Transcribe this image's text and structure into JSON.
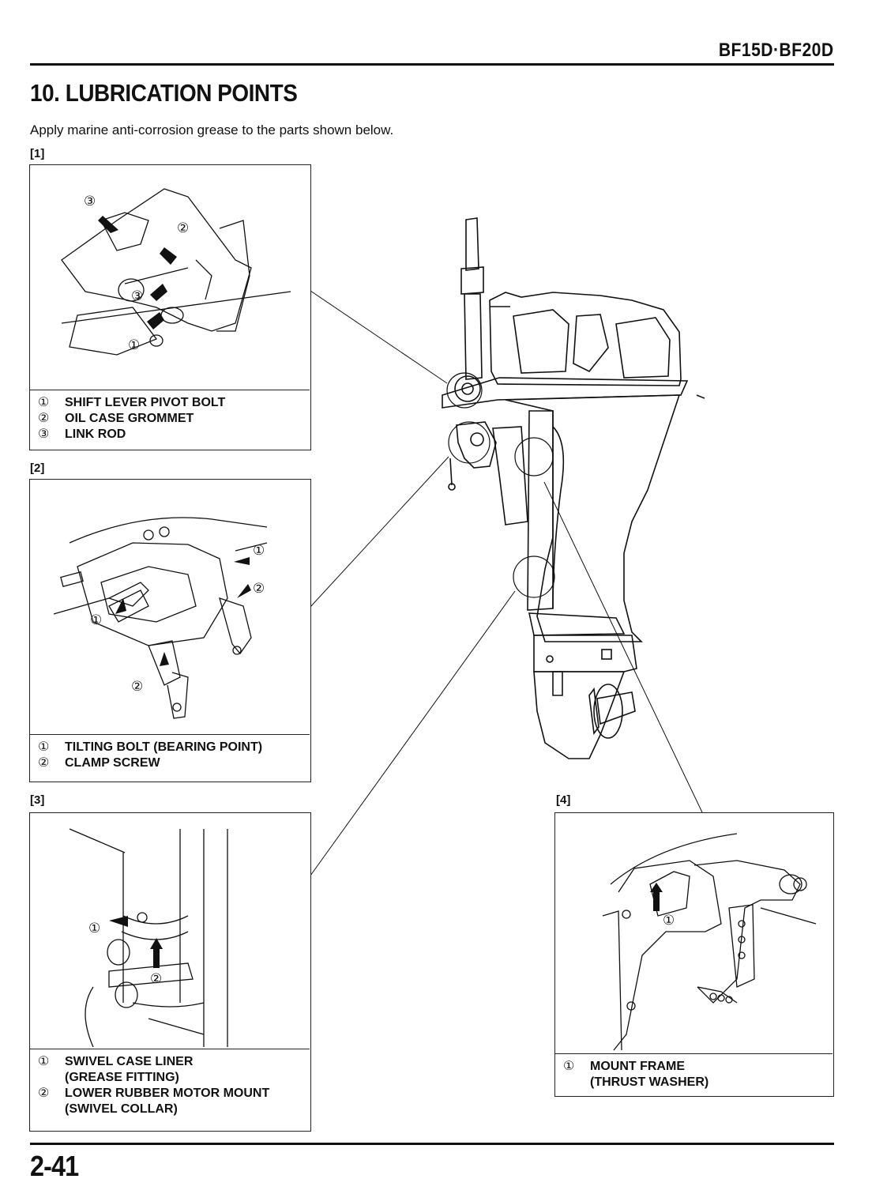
{
  "header": {
    "model": "BF15D·BF20D"
  },
  "section": {
    "title": "10. LUBRICATION POINTS",
    "intro": "Apply marine anti-corrosion grease to the parts shown below."
  },
  "panels": [
    {
      "tag": "[1]",
      "items": [
        {
          "num": "①",
          "label": "SHIFT LEVER PIVOT BOLT"
        },
        {
          "num": "②",
          "label": "OIL CASE GROMMET"
        },
        {
          "num": "③",
          "label": "LINK ROD"
        }
      ]
    },
    {
      "tag": "[2]",
      "items": [
        {
          "num": "①",
          "label": "TILTING BOLT (BEARING POINT)"
        },
        {
          "num": "②",
          "label": "CLAMP SCREW"
        }
      ]
    },
    {
      "tag": "[3]",
      "items": [
        {
          "num": "①",
          "label": "SWIVEL CASE LINER",
          "sub": "(GREASE FITTING)"
        },
        {
          "num": "②",
          "label": "LOWER RUBBER MOTOR MOUNT",
          "sub": "(SWIVEL COLLAR)"
        }
      ]
    },
    {
      "tag": "[4]",
      "items": [
        {
          "num": "①",
          "label": "MOUNT FRAME",
          "sub": "(THRUST WASHER)"
        }
      ]
    }
  ],
  "callouts": {
    "one": "①",
    "two": "②",
    "three": "③"
  },
  "footer": {
    "page": "2-41"
  }
}
